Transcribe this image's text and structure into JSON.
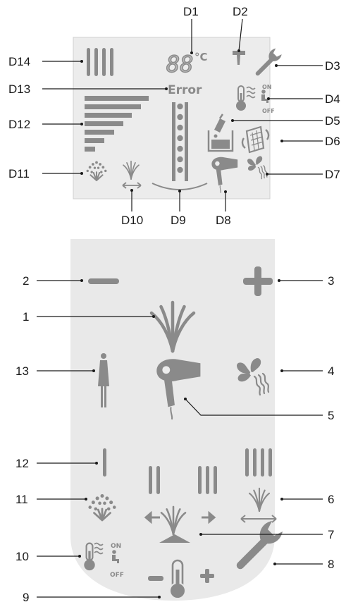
{
  "display_panel": {
    "callouts": {
      "d1": "D1",
      "d2": "D2",
      "d3": "D3",
      "d4": "D4",
      "d5": "D5",
      "d6": "D6",
      "d7": "D7",
      "d8": "D8",
      "d9": "D9",
      "d10": "D10",
      "d11": "D11",
      "d12": "D12",
      "d13": "D13",
      "d14": "D14"
    },
    "digits": "88",
    "temp_unit": "°C",
    "error_text": "Error",
    "seat_on": "ON",
    "seat_off": "OFF",
    "nozzle_dots": 7
  },
  "remote_panel": {
    "callouts": {
      "c1": "1",
      "c2": "2",
      "c3": "3",
      "c4": "4",
      "c5": "5",
      "c6": "6",
      "c7": "7",
      "c8": "8",
      "c9": "9",
      "c10": "10",
      "c11": "11",
      "c12": "12",
      "c13": "13"
    },
    "seat_on": "ON",
    "seat_off": "OFF"
  },
  "colors": {
    "icon": "#8a8a8a",
    "display_bg": "#ececec",
    "remote_bg": "#e9e9e9",
    "line": "#1a1a1a"
  }
}
